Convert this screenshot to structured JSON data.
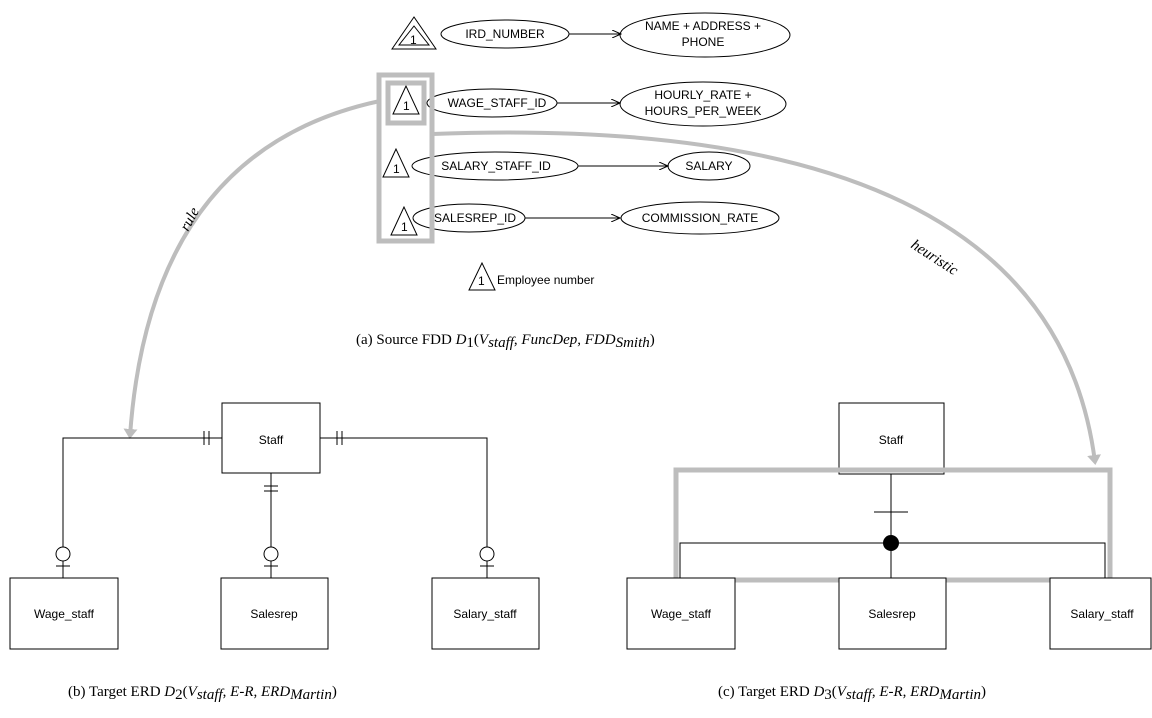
{
  "fdd": {
    "rows": [
      {
        "key": "IRD_NUMBER",
        "value_lines": [
          "NAME + ADDRESS +",
          "PHONE"
        ]
      },
      {
        "key": "WAGE_STAFF_ID",
        "value_lines": [
          "HOURLY_RATE +",
          "HOURS_PER_WEEK"
        ]
      },
      {
        "key": "SALARY_STAFF_ID",
        "value_lines": [
          "SALARY"
        ]
      },
      {
        "key": "SALESREP_ID",
        "value_lines": [
          "COMMISSION_RATE"
        ]
      }
    ],
    "marker_number": "1",
    "legend_text": "Employee number",
    "caption_prefix": "(a) Source FDD ",
    "caption_formula": "D1(Vstaff, FuncDep, FDDSmith)"
  },
  "arrows": {
    "left_label": "rule",
    "right_label": "heuristic"
  },
  "erd2": {
    "parent": "Staff",
    "children": [
      "Wage_staff",
      "Salesrep",
      "Salary_staff"
    ],
    "caption_prefix": "(b) Target ERD ",
    "caption_formula": "D2(Vstaff, E-R, ERDMartin)"
  },
  "erd3": {
    "parent": "Staff",
    "children": [
      "Wage_staff",
      "Salesrep",
      "Salary_staff"
    ],
    "caption_prefix": "(c) Target ERD ",
    "caption_formula": "D3(Vstaff, E-R, ERDMartin)"
  },
  "colors": {
    "highlight": "#bdbdbd",
    "line": "#000000"
  }
}
